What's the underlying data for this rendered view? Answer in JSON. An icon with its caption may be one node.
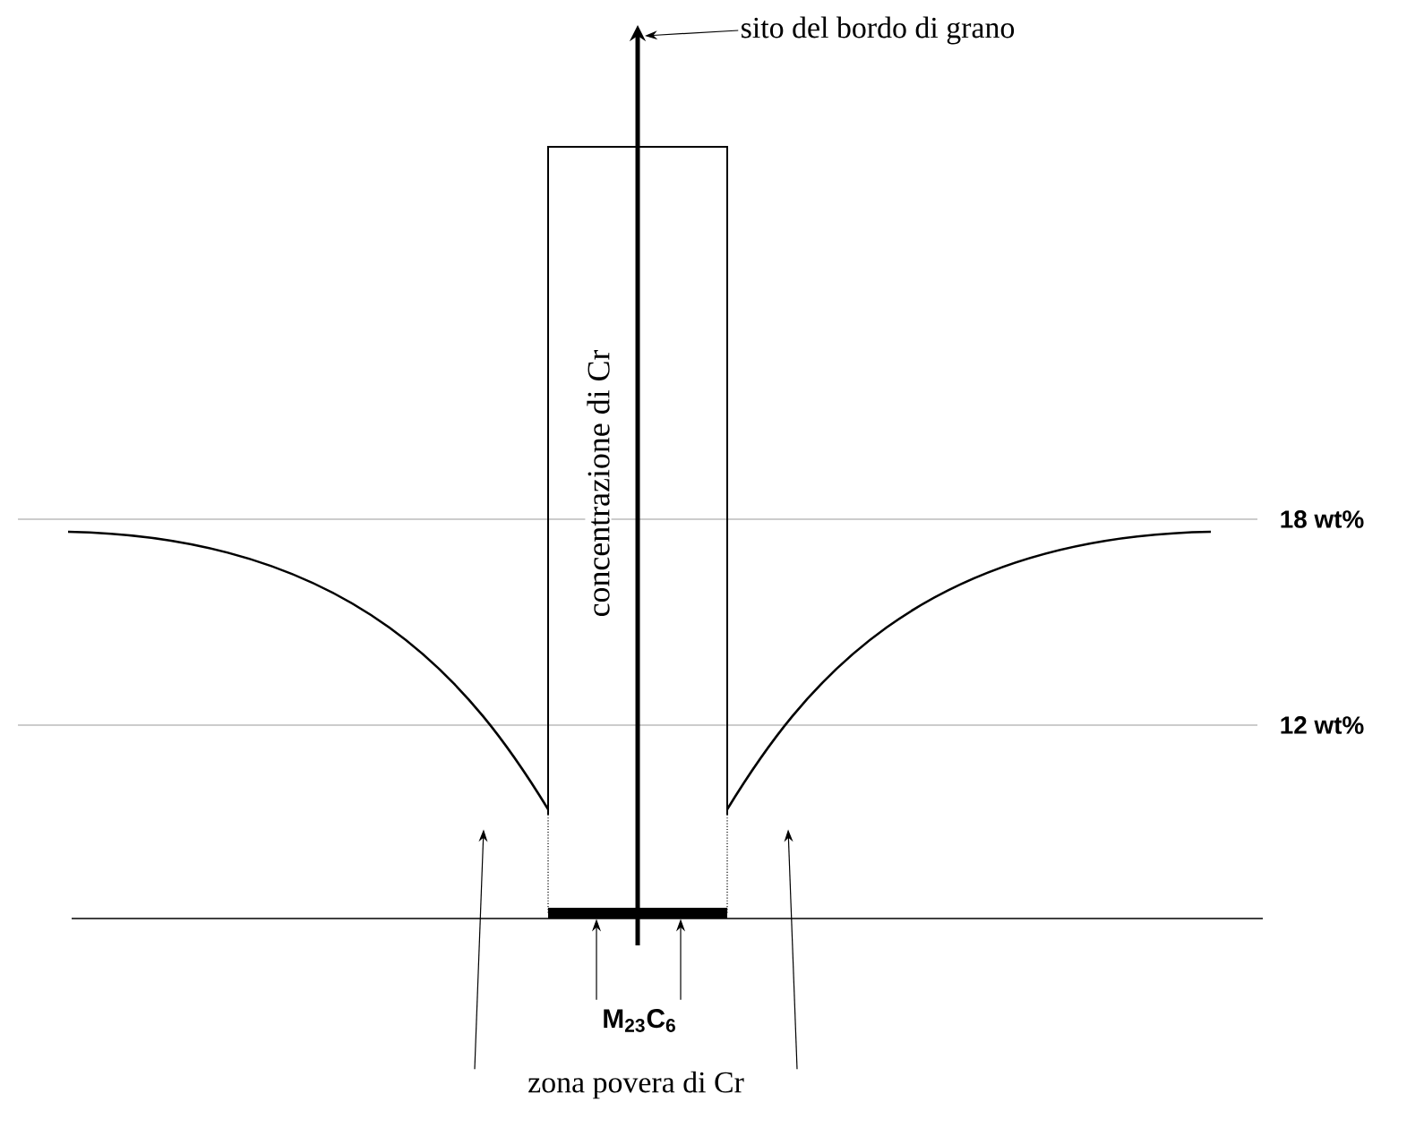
{
  "diagram": {
    "nodes": [
      {
        "text": [
          "sito del bordo di grano"
        ]
      },
      {
        "text": [
          "M$_{23}$C$_{6}$"
        ]
      },
      {
        "text": [],
        "shape": "bar"
      },
      {
        "text": [
          "zona povera di Cr"
        ]
      },
      {
        "text": [],
        "shape": "curve"
      },
      {
        "text": [],
        "shape": "curve"
      }
    ],
    "edges": [
      {
        "from": 0,
        "to": null,
        "arrow": "to"
      },
      {
        "from": 1,
        "to": 2,
        "arrow": "to"
      },
      {
        "from": 1,
        "to": 2,
        "arrow": "to"
      },
      {
        "from": 3,
        "to": 4,
        "arrow": "to"
      },
      {
        "from": 3,
        "to": 5,
        "arrow": "to"
      }
    ],
    "labels": [
      "concentrazione di Cr",
      "18 wt%",
      "12 wt%"
    ]
  }
}
